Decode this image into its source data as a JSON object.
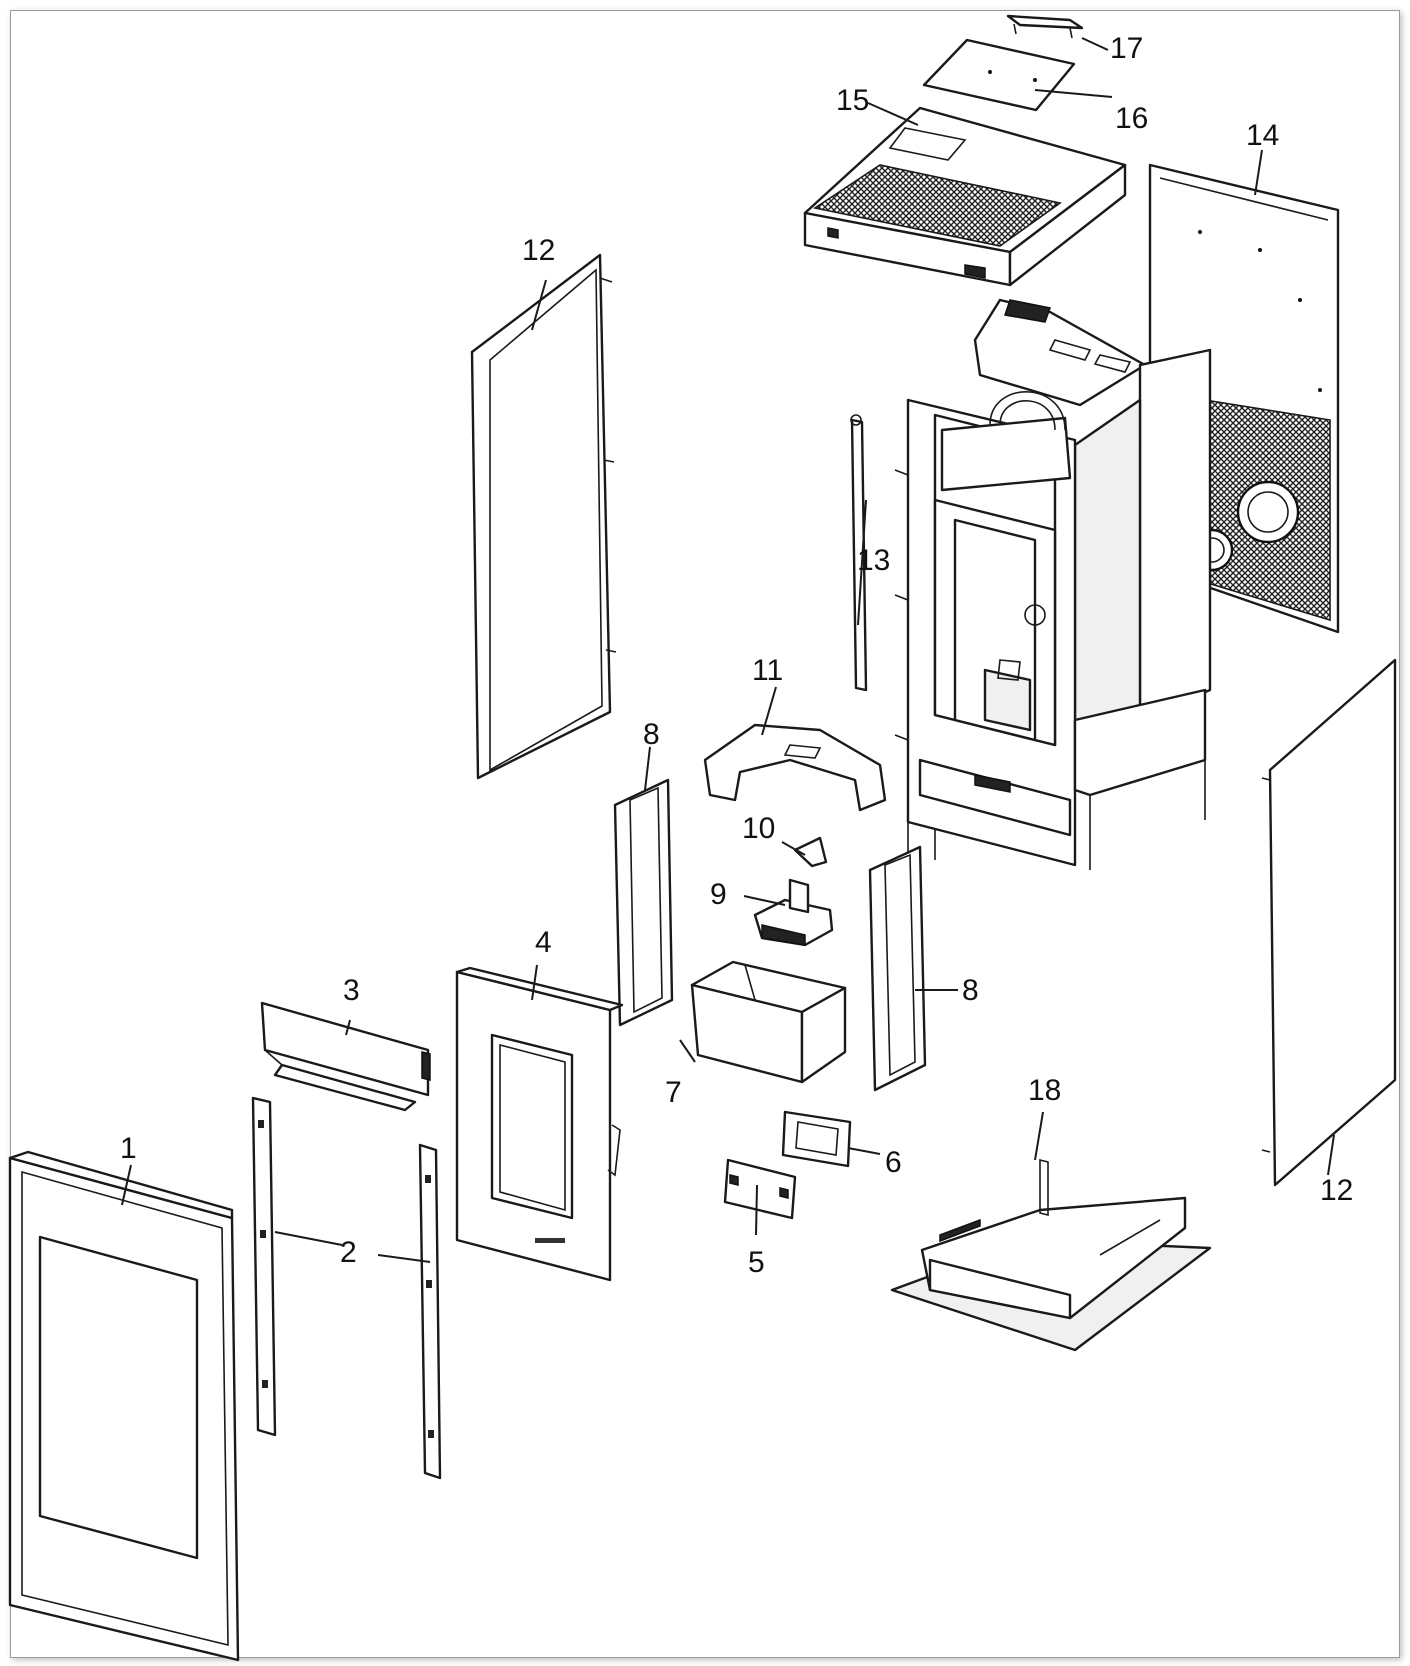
{
  "diagram": {
    "callouts": [
      {
        "id": "c1",
        "label": "1"
      },
      {
        "id": "c2",
        "label": "2"
      },
      {
        "id": "c3",
        "label": "3"
      },
      {
        "id": "c4",
        "label": "4"
      },
      {
        "id": "c5",
        "label": "5"
      },
      {
        "id": "c6",
        "label": "6"
      },
      {
        "id": "c7",
        "label": "7"
      },
      {
        "id": "c8a",
        "label": "8"
      },
      {
        "id": "c8b",
        "label": "8"
      },
      {
        "id": "c9",
        "label": "9"
      },
      {
        "id": "c10",
        "label": "10"
      },
      {
        "id": "c11",
        "label": "11"
      },
      {
        "id": "c12a",
        "label": "12"
      },
      {
        "id": "c12b",
        "label": "12"
      },
      {
        "id": "c13",
        "label": "13"
      },
      {
        "id": "c14",
        "label": "14"
      },
      {
        "id": "c15",
        "label": "15"
      },
      {
        "id": "c16",
        "label": "16"
      },
      {
        "id": "c17",
        "label": "17"
      },
      {
        "id": "c18",
        "label": "18"
      }
    ]
  }
}
